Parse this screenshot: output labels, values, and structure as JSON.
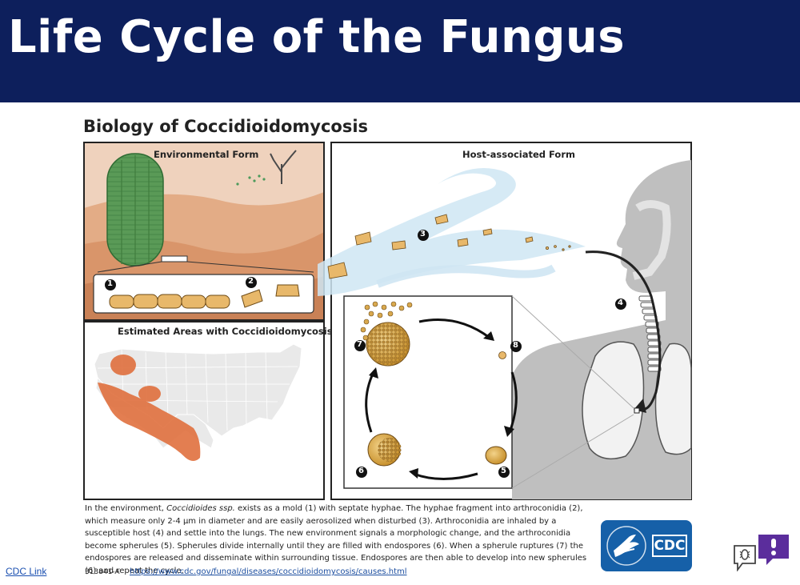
{
  "slide": {
    "title": "Life Cycle of the Fungus",
    "link_label": "CDC Link"
  },
  "infographic": {
    "title": "Biology of Coccidioidomycosis",
    "env_label": "Environmental Form",
    "host_label": "Host-associated Form",
    "map_label": "Estimated Areas with Coccidioidomycosis",
    "step_numbers": [
      "1",
      "2",
      "3",
      "4",
      "5",
      "6",
      "7",
      "8"
    ],
    "caption": {
      "p1": "In the environment,",
      "species": "Coccidioides ssp.",
      "p2": "exists as a mold (1) with septate hyphae. The hyphae fragment into arthroconidia (2), which measure only 2-4 µm in diameter and are easily aerosolized when disturbed (3). Arthroconidia are inhaled by a susceptible host (4) and settle into the lungs. The new environment signals a morphologic change, and the arthroconidia become spherules (5). Spherules divide internally until they are filled with endospores (6). When a spherule ruptures (7) the endospores are released and disseminate within surrounding tissue. Endospores are then able to develop into new spherules (6) and repeat the cycle."
    },
    "doc_id": "313841-A",
    "source_url": "https://www.cdc.gov/fungal/diseases/coccidioidomycosis/causes.html",
    "logo_text": "CDC"
  },
  "colors": {
    "title_bar": "#0d1f5c",
    "desert_sky": "#ecc7ac",
    "sand": "#d9956a",
    "cactus": "#5a9a57",
    "air_stream": "#cfe6f3",
    "endemic": "#e0703e",
    "cdc_blue": "#1660a8",
    "link_blue": "#1a4fb0"
  },
  "icons": [
    "cactus",
    "joshua-tree",
    "hyphae-chain",
    "arthroconidia",
    "human-head",
    "lungs",
    "spherule",
    "endospores",
    "cycle-arrows",
    "us-map",
    "hhs-eagle",
    "feedback-bug-icon"
  ]
}
